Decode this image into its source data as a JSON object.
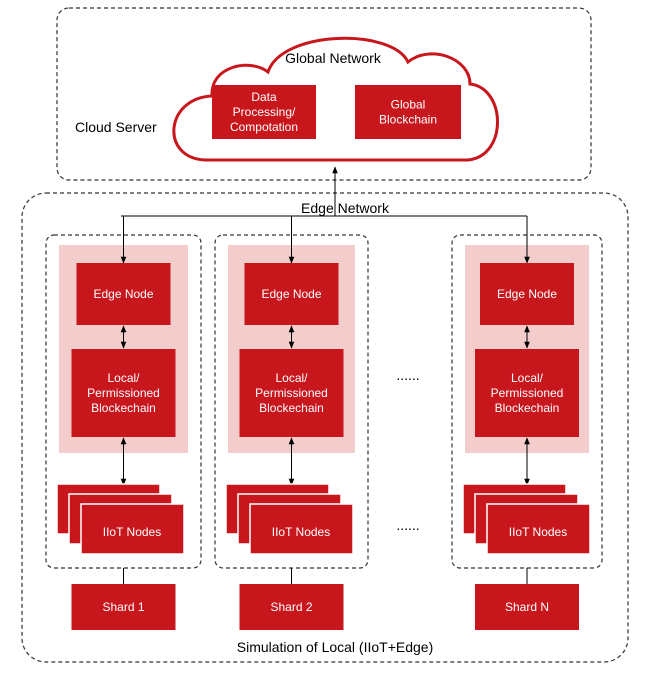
{
  "cloud": {
    "region_label": "Cloud Server",
    "network_label": "Global Network",
    "boxes": [
      {
        "lines": [
          "Data",
          "Processing/",
          "Compotation"
        ]
      },
      {
        "lines": [
          "Global",
          "Blockchain"
        ]
      }
    ]
  },
  "edge": {
    "network_label": "Edge Network",
    "simulation_label": "Simulation of Local (IIoT+Edge)",
    "ellipsis": "......",
    "shards": [
      {
        "edge_node": "Edge Node",
        "chain_lines": [
          "Local/",
          "Permissioned",
          "Blockechain"
        ],
        "iiot": "IIoT Nodes",
        "label": "Shard 1"
      },
      {
        "edge_node": "Edge Node",
        "chain_lines": [
          "Local/",
          "Permissioned",
          "Blockechain"
        ],
        "iiot": "IIoT Nodes",
        "label": "Shard 2"
      },
      {
        "edge_node": "Edge Node",
        "chain_lines": [
          "Local/",
          "Permissioned",
          "Blockechain"
        ],
        "iiot": "IIoT Nodes",
        "label": "Shard N"
      }
    ]
  },
  "colors": {
    "box_fill": "#c8161d",
    "panel_fill": "#f3cccc",
    "cloud_stroke": "#c8161d",
    "dash_stroke": "#333333"
  }
}
